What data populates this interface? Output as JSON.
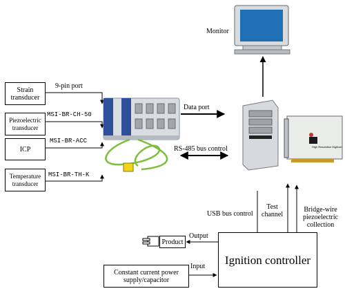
{
  "transducers": {
    "strain": "Strain\ntransducer",
    "piezo": "Piezoelectric\ntransducer",
    "icp": "ICP",
    "temp": "Temperature\ntransducer"
  },
  "ports": {
    "nine_pin": "9-pin port",
    "msi_ch": "MSI-BR-CH-50",
    "msi_acc": "MSI-BR-ACC",
    "msi_th": "MSI-BR-TH-K"
  },
  "links": {
    "data_port": "Data port",
    "rs485": "RS-485 bus control",
    "usb": "USB bus control",
    "test_channel": "Test\nchannel",
    "bridge_wire": "Bridge-wire\npiezoelectric\ncollection",
    "output": "Output",
    "input": "Input"
  },
  "devices": {
    "monitor": "Monitor",
    "card_brand": "High Resolution Digitizer"
  },
  "blocks": {
    "ignition": "Ignition controller",
    "product": "Product",
    "power": "Constant current power\nsupply/capacitor"
  }
}
